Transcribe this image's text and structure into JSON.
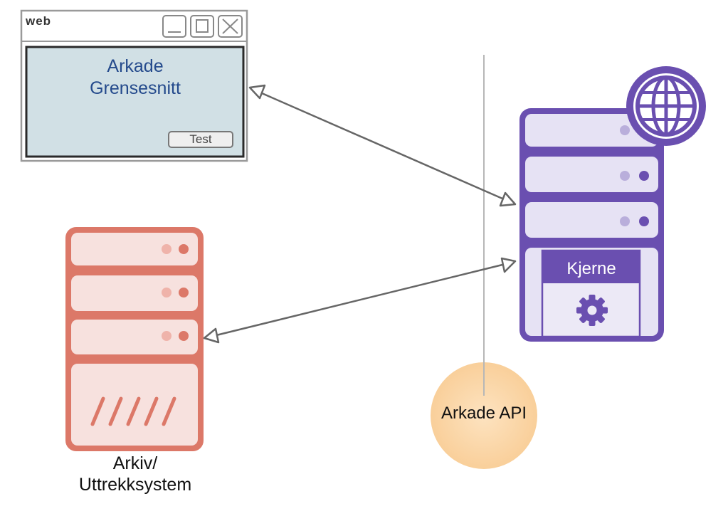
{
  "web_window": {
    "title": "web",
    "gui_line1": "Arkade",
    "gui_line2": "Grensesnitt",
    "test_button": "Test"
  },
  "core_server": {
    "module_label": "Kjerne",
    "icons": [
      "globe-icon",
      "gear-icon"
    ]
  },
  "api": {
    "label": "Arkade API"
  },
  "archive_server": {
    "label_line1": "Arkiv/",
    "label_line2": "Uttrekksystem"
  },
  "colors": {
    "purple": "#6a4fb0",
    "purple_light": "#e6e2f4",
    "red": "#dc7868",
    "red_light": "#f7e1de",
    "window_body": "#d1e0e5",
    "title_blue": "#244a8c",
    "api_circle": "#fbd8a8"
  }
}
